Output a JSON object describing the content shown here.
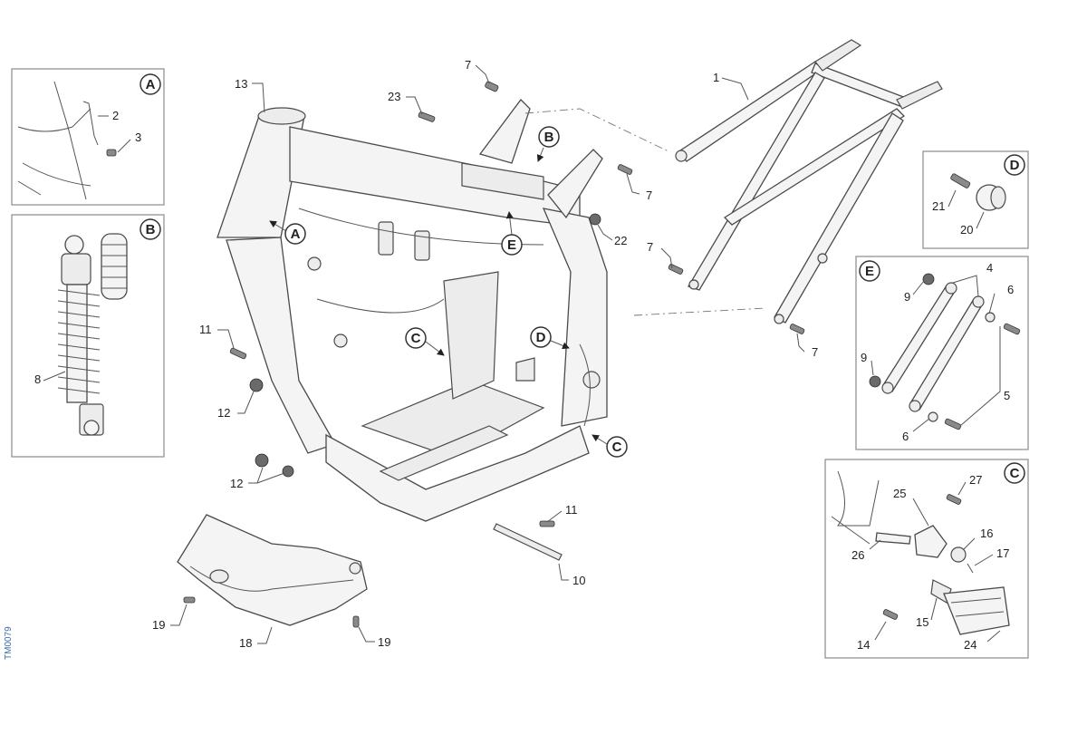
{
  "figure": {
    "doc_id": "TM0079"
  },
  "callouts": [
    "A",
    "B",
    "C",
    "D",
    "E"
  ],
  "part_numbers": {
    "p1": "1",
    "p2": "2",
    "p3": "3",
    "p4": "4",
    "p5": "5",
    "p6": "6",
    "p7": "7",
    "p8": "8",
    "p9": "9",
    "p10": "10",
    "p11": "11",
    "p12": "12",
    "p13": "13",
    "p14": "14",
    "p15": "15",
    "p16": "16",
    "p17": "17",
    "p18": "18",
    "p19": "19",
    "p20": "20",
    "p21": "21",
    "p22": "22",
    "p23": "23",
    "p24": "24",
    "p25": "25",
    "p26": "26",
    "p27": "27"
  }
}
